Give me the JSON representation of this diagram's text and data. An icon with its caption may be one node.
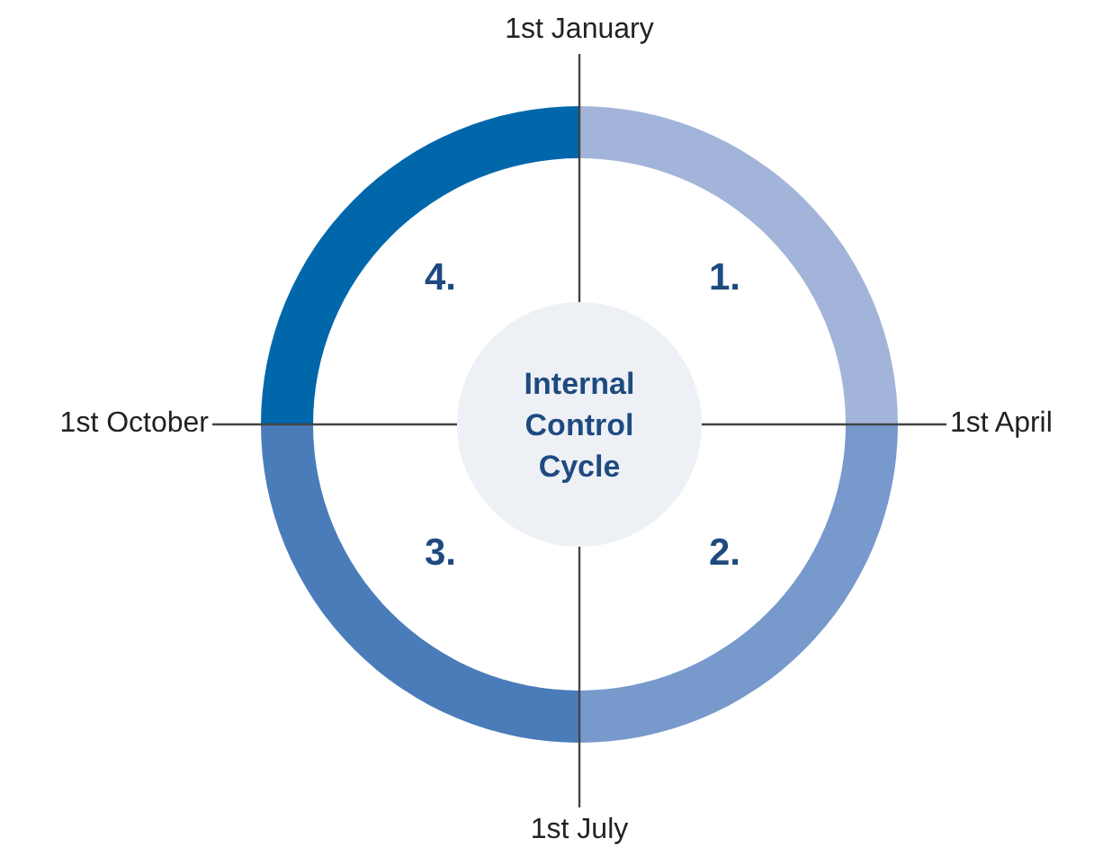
{
  "diagram": {
    "nodes": [
      {
        "text": [
          "Internal Control Cycle"
        ]
      },
      {
        "text": [
          "1st January"
        ]
      },
      {
        "text": [
          "1st October"
        ]
      },
      {
        "text": [
          "1st April"
        ]
      },
      {
        "text": [
          "1st July"
        ]
      }
    ],
    "edges": [
      {
        "from": 0,
        "to": 1,
        "arrow": "none"
      },
      {
        "from": 0,
        "to": 2,
        "arrow": "none"
      },
      {
        "from": 0,
        "to": 3,
        "arrow": "none"
      },
      {
        "from": 0,
        "to": 4,
        "arrow": "none"
      }
    ],
    "labels": [
      "4.",
      "1.",
      "3.",
      "2."
    ]
  }
}
